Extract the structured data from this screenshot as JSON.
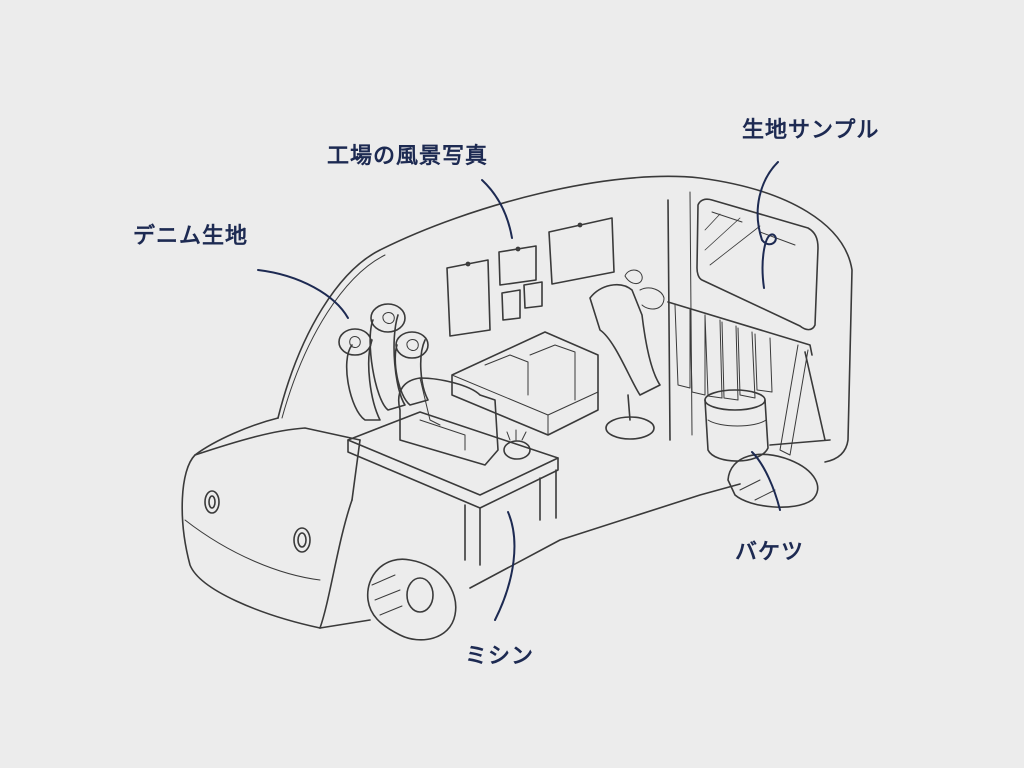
{
  "labels": {
    "denim_fabric": "デニム生地",
    "factory_photos": "工場の風景写真",
    "fabric_samples": "生地サンプル",
    "bucket": "バケツ",
    "sewing_machine": "ミシン"
  },
  "colors": {
    "background": "#ececec",
    "label_text": "#1d2a52",
    "leader_line": "#1d2a52",
    "sketch_stroke": "#3a3a3a"
  }
}
